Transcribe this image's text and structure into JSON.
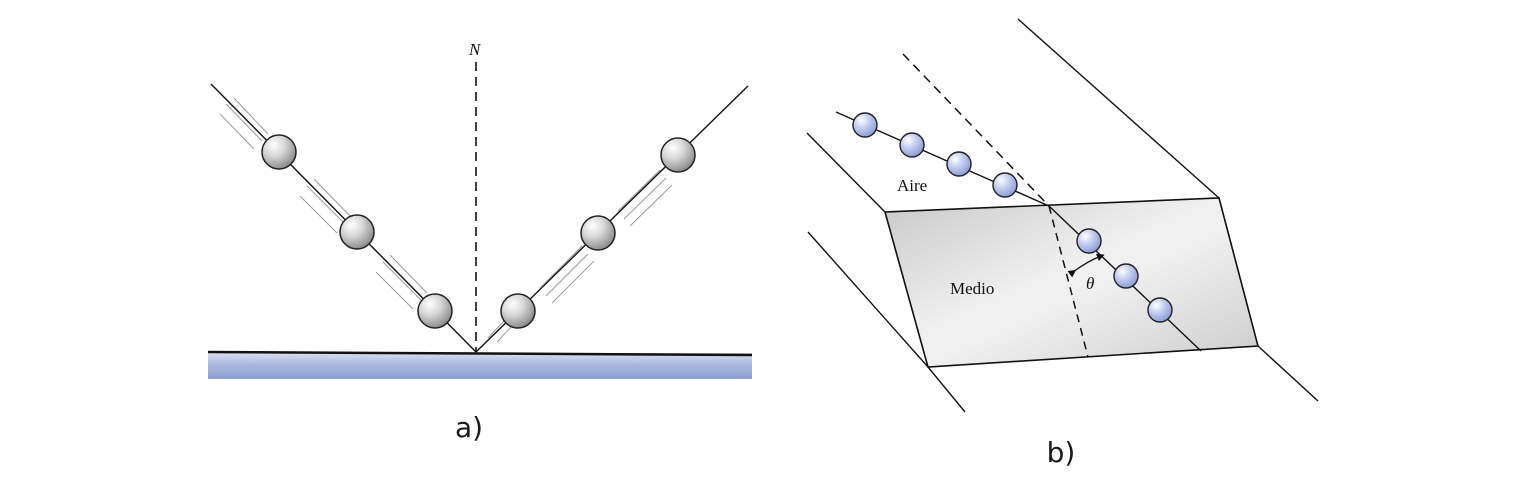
{
  "panel_a": {
    "caption": "a)",
    "normal_label": "N"
  },
  "panel_b": {
    "caption": "b)",
    "air_label": "Aire",
    "medium_label": "Medio",
    "angle_label": "θ"
  },
  "colors": {
    "line": "#111111",
    "surface_top": "#c9d2e8",
    "surface_bottom": "#8fa0cf",
    "particle_gray": "#c9c9c9",
    "particle_blue": "#b8c4ee",
    "medium_fill": "#d0d0d0"
  }
}
